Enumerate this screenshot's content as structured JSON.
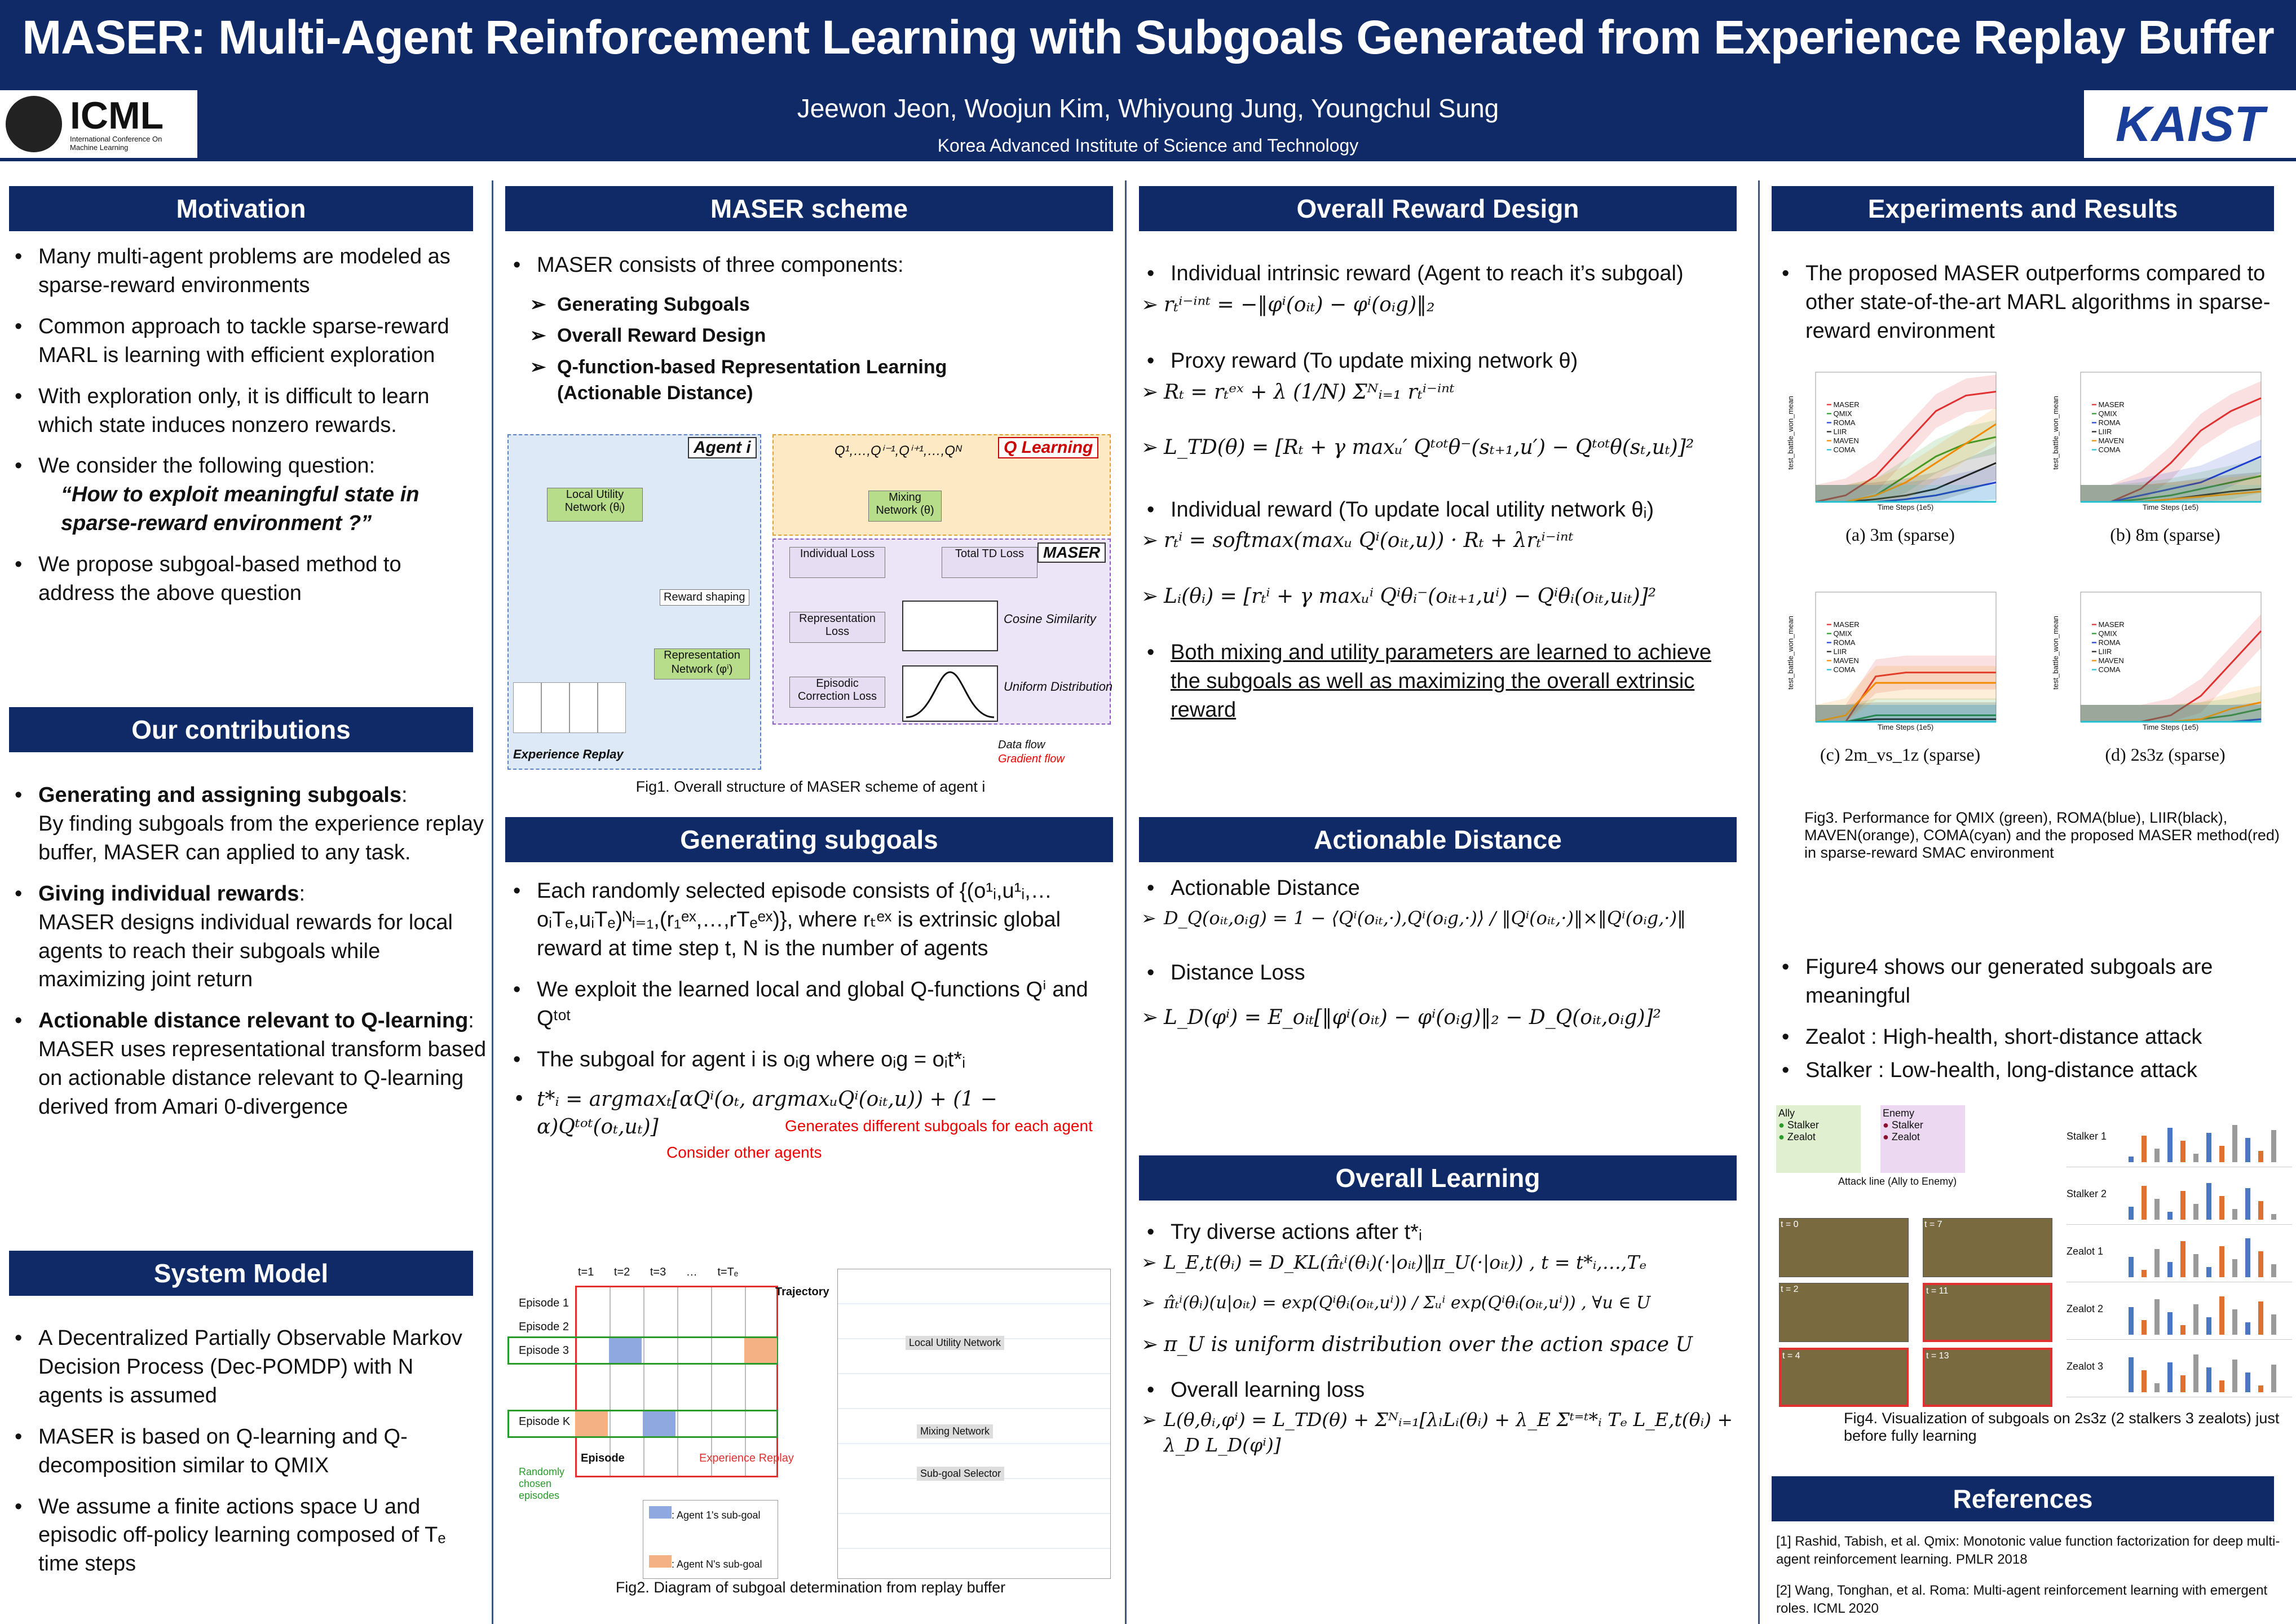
{
  "header": {
    "title": "MASER: Multi-Agent Reinforcement Learning with Subgoals Generated from Experience Replay Buffer",
    "authors": "Jeewon Jeon, Woojun Kim, Whiyoung Jung,  Youngchul Sung",
    "affiliation": "Korea Advanced Institute of Science and Technology",
    "icml_logo": "ICML",
    "icml_sub": "International Conference On Machine Learning",
    "kaist_logo": "KAIST"
  },
  "motivation": {
    "title": "Motivation",
    "items": [
      "Many multi-agent problems are modeled as sparse-reward environments",
      "Common approach to tackle sparse-reward MARL is learning with efficient exploration",
      "With exploration only, it is difficult to learn which state induces nonzero rewards.",
      "We consider the following question:",
      "We propose subgoal-based method to address the above question"
    ],
    "question": "“How to exploit meaningful state in sparse-reward environment ?”"
  },
  "contributions": {
    "title": "Our contributions",
    "items": [
      {
        "head": "Generating and assigning subgoals",
        "body": "By finding subgoals from the experience replay buffer, MASER can applied to any task."
      },
      {
        "head": "Giving individual rewards",
        "body": "MASER designs individual rewards for local agents to reach their subgoals while maximizing joint return"
      },
      {
        "head": "Actionable distance relevant to Q-learning",
        "body": "MASER uses representational transform based on actionable distance relevant to Q-learning derived from Amari 0-divergence"
      }
    ]
  },
  "system": {
    "title": "System Model",
    "items": [
      "A Decentralized Partially Observable Markov Decision Process (Dec-POMDP) with N agents is assumed",
      "MASER is based on Q-learning and Q-decomposition similar to QMIX",
      "We assume a finite actions space U and episodic off-policy learning composed of Tₑ time steps"
    ]
  },
  "scheme": {
    "title": "MASER scheme",
    "intro": "MASER consists of three components:",
    "subs": [
      "Generating Subgoals",
      "Overall Reward Design",
      "Q-function-based Representation Learning (Actionable Distance)"
    ],
    "fig": {
      "agent": "Agent i",
      "qlearn": "Q Learning",
      "maser": "MASER",
      "local": "Local Utility Network (θᵢ)",
      "mixing": "Mixing Network (θ)",
      "ind_loss": "Individual Loss",
      "td_loss": "Total TD Loss",
      "rep_loss": "Representation Loss",
      "epi_loss": "Episodic Correction Loss",
      "reward_shaping": "Reward shaping",
      "rep_net": "Representation Network (φⁱ)",
      "cos": "Cosine Similarity",
      "uni": "Uniform Distribution",
      "replay": "Experience Replay",
      "data_flow": "Data flow",
      "grad_flow": "Gradient flow",
      "qs": "Q¹,…,Qⁱ⁻¹,Qⁱ⁺¹,…,Qᴺ"
    },
    "caption": "Fig1. Overall structure of MASER scheme of agent i"
  },
  "gen": {
    "title": "Generating subgoals",
    "items": [
      "Each randomly selected episode consists of {(o¹ᵢ,u¹ᵢ,…oᵢTₑ,uᵢTₑ)ᴺᵢ₌₁,(r₁ᵉˣ,…,rTₑᵉˣ)}, where rₜᵉˣ is extrinsic global reward at time step t, N is the number of agents",
      "We exploit the learned local and global Q-functions Qⁱ and Qᵗᵒᵗ",
      "The subgoal for agent i is oᵢg where oᵢg = oᵢt*ᵢ",
      "t*ᵢ = argmaxₜ[αQⁱ(oₜ, argmaxᵤQⁱ(oᵢₜ,u)) + (1 − α)Qᵗᵒᵗ(oₜ,uₜ)]"
    ],
    "note1": "Generates different subgoals for each agent",
    "note2": "Consider other agents",
    "fig": {
      "episodes": [
        "Episode 1",
        "Episode 2",
        "Episode 3",
        "Episode K"
      ],
      "times": [
        "t=1",
        "t=2",
        "t=3",
        "…",
        "t=Tₑ"
      ],
      "trajectory": "Trajectory",
      "episode": "Episode",
      "replay": "Experience Replay",
      "random": "Randomly chosen episodes",
      "legend1": ": Agent 1's sub-goal",
      "legend2": ": Agent N's sub-goal",
      "lun": "Local Utility Network",
      "mix": "Mixing Network",
      "sel": "Sub-goal Selector"
    },
    "caption": "Fig2. Diagram of subgoal determination from replay buffer"
  },
  "reward": {
    "title": "Overall Reward Design",
    "items": [
      "Individual intrinsic reward (Agent to reach it’s subgoal)",
      "Proxy reward (To update mixing network θ)",
      "Individual reward (To update local utility network θᵢ)",
      "Both mixing and utility parameters are learned to achieve the subgoals as well as maximizing the overall extrinsic reward"
    ],
    "eqs": [
      "rₜⁱ⁻ⁱⁿᵗ = −‖φⁱ(oᵢₜ) − φⁱ(oᵢg)‖₂",
      "Rₜ = rₜᵉˣ + λ (1/N) Σᴺᵢ₌₁ rₜⁱ⁻ⁱⁿᵗ",
      "L_TD(θ) = [Rₜ + γ maxᵤ′ Qᵗᵒᵗθ⁻(sₜ₊₁,u′) − Qᵗᵒᵗθ(sₜ,uₜ)]²",
      "rₜⁱ = softmax(maxᵤ Qⁱ(oᵢₜ,u)) · Rₜ + λrₜⁱ⁻ⁱⁿᵗ",
      "Lᵢ(θᵢ) = [rₜⁱ + γ maxᵤⁱ Qⁱθᵢ⁻(oᵢₜ₊₁,uⁱ) − Qⁱθᵢ(oᵢₜ,uᵢₜ)]²"
    ]
  },
  "actionable": {
    "title": "Actionable Distance",
    "items": [
      "Actionable Distance",
      "Distance Loss"
    ],
    "eqs": [
      "D_Q(oᵢₜ,oᵢg) = 1 − ⟨Qⁱ(oᵢₜ,·),Qⁱ(oᵢg,·)⟩ / ‖Qⁱ(oᵢₜ,·)‖×‖Qⁱ(oᵢg,·)‖",
      "L_D(φⁱ) = E_oᵢₜ[‖φⁱ(oᵢₜ) − φⁱ(oᵢg)‖₂ − D_Q(oᵢₜ,oᵢg)]²"
    ]
  },
  "learning": {
    "title": "Overall Learning",
    "items": [
      "Try diverse actions after t*ᵢ",
      "Overall learning loss"
    ],
    "eqs": [
      "L_E,t(θᵢ) = D_KL(π̂ₜⁱ(θᵢ)(·|oᵢₜ)‖π_U(·|oᵢₜ))  ,  t = t*ᵢ,…,Tₑ",
      "π̂ₜⁱ(θᵢ)(u|oᵢₜ) = exp(Qⁱθᵢ(oᵢₜ,uⁱ)) / Σᵤⁱ exp(Qⁱθᵢ(oᵢₜ,uⁱ))  ,   ∀u ∈ U",
      "π_U is uniform distribution over the action space U",
      "L(θ,θᵢ,φⁱ) = L_TD(θ) + Σᴺᵢ₌₁[λₗLᵢ(θᵢ) + λ_E Σᵗ⁼ᵗ*ᵢ Tₑ L_E,t(θᵢ) + λ_D L_D(φⁱ)]"
    ]
  },
  "experiments": {
    "title": "Experiments and Results",
    "intro": "The proposed MASER outperforms compared to other state-of-the-art MARL algorithms in sparse-reward environment",
    "legend": [
      "MASER",
      "QMIX",
      "ROMA",
      "LIIR",
      "MAVEN",
      "COMA"
    ],
    "colors": {
      "MASER": "#e03030",
      "QMIX": "#2a9a2a",
      "ROMA": "#2040d0",
      "LIIR": "#222222",
      "MAVEN": "#f08a00",
      "COMA": "#20c0d0"
    },
    "xlabel": "Time Steps (1e5)",
    "ylabel": "test_battle_won_mean",
    "plots": [
      {
        "caption": "(a) 3m (sparse)"
      },
      {
        "caption": "(b) 8m (sparse)"
      },
      {
        "caption": "(c) 2m_vs_1z (sparse)"
      },
      {
        "caption": "(d) 2s3z (sparse)"
      }
    ],
    "fig3_caption": "Fig3. Performance for QMIX (green), ROMA(blue), LIIR(black), MAVEN(orange), COMA(cyan) and the proposed MASER method(red) in sparse-reward SMAC environment",
    "items2": [
      "Figure4 shows our generated subgoals are meaningful",
      "Zealot : High-health, short-distance attack",
      "Stalker : Low-health, long-distance attack"
    ],
    "fig4": {
      "ally": "Ally",
      "enemy": "Enemy",
      "stalker": "Stalker",
      "zealot": "Zealot",
      "attack": "Attack line (Ally to Enemy)",
      "frames": [
        "t = 0",
        "t = 7",
        "t = 2",
        "t = 11",
        "t = 4",
        "t = 13"
      ],
      "units": [
        "Stalker 1",
        "Stalker 2",
        "Zealot 1",
        "Zealot 2",
        "Zealot 3"
      ]
    },
    "fig4_caption": "Fig4. Visualization of subgoals on 2s3z (2 stalkers 3 zealots) just before fully learning"
  },
  "references": {
    "title": "References",
    "items": [
      "[1] Rashid, Tabish, et al. Qmix: Monotonic value function factorization for deep multi-agent reinforcement learning. PMLR 2018",
      "[2] Wang, Tonghan, et al. Roma: Multi-agent reinforcement learning with emergent roles. ICML 2020"
    ]
  }
}
